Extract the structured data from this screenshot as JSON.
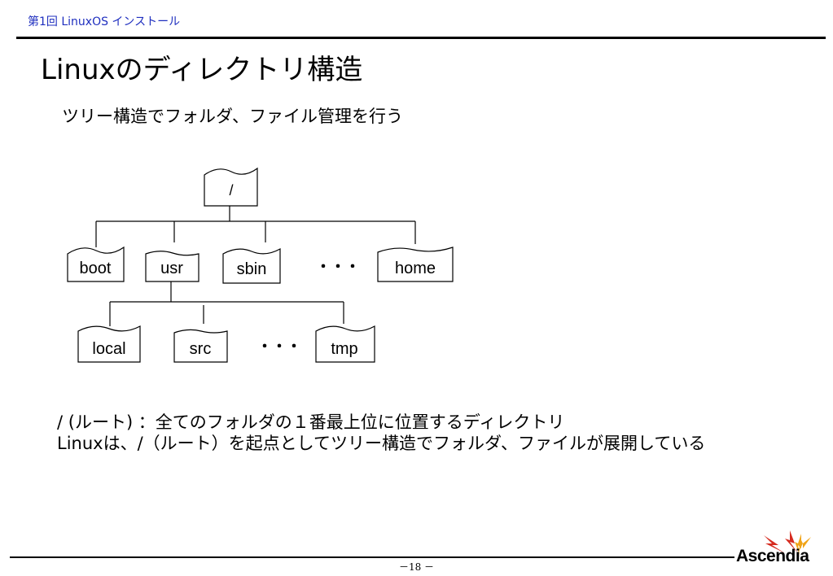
{
  "header": {
    "text": "第1回 LinuxOS インストール"
  },
  "title": "Linuxのディレクトリ構造",
  "subtitle": "ツリー構造でフォルダ、ファイル管理を行う",
  "tree": {
    "root": "/",
    "level1": [
      "boot",
      "usr",
      "sbin",
      "home"
    ],
    "level2": [
      "local",
      "src",
      "tmp"
    ],
    "ellipsis": "・・・"
  },
  "description": [
    "/ (ルート) ：全てのフォルダの１番最上位に位置するディレクトリ",
    "Linuxは、/（ルート）を起点としてツリー構造でフォルダ、ファイルが展開している"
  ],
  "footer": {
    "page": "－18 －"
  },
  "logo": {
    "text": "Ascendia",
    "colors": [
      "#d62b1f",
      "#f0a418"
    ]
  }
}
